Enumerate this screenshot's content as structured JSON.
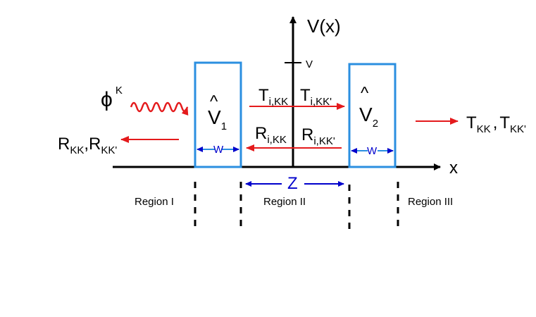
{
  "colors": {
    "barrier": "#2b8fe0",
    "wave": "#e41a1c",
    "arrow_red": "#e41a1c",
    "arrow_blue": "#0000cc",
    "axis": "#000000"
  },
  "axes": {
    "y_label": "V(x)",
    "x_label": "x",
    "v_tick_label": "V"
  },
  "barriers": [
    {
      "hat": "^",
      "symbol": "V",
      "sub": "1",
      "width_label": "W"
    },
    {
      "hat": "^",
      "symbol": "V",
      "sub": "2",
      "width_label": "W"
    }
  ],
  "incident": {
    "symbol": "ϕ",
    "sup": "K"
  },
  "reflection_out": {
    "a": "R",
    "a_sub": "KK",
    "sep": ",",
    "b": "R",
    "b_sub": "KK'"
  },
  "transmission_out": {
    "a": "T",
    "a_sub": "KK",
    "sep": ",",
    "b": "T",
    "b_sub": "KK'"
  },
  "inner": {
    "t1": {
      "sym": "T",
      "sub": "i,KK"
    },
    "t2": {
      "sym": "T",
      "sub": "i,KK'"
    },
    "r1": {
      "sym": "R",
      "sub": "i,KK"
    },
    "r2": {
      "sym": "R",
      "sub": "i,KK'"
    }
  },
  "separation_label": "Z",
  "regions": [
    "Region I",
    "Region II",
    "Region III"
  ]
}
